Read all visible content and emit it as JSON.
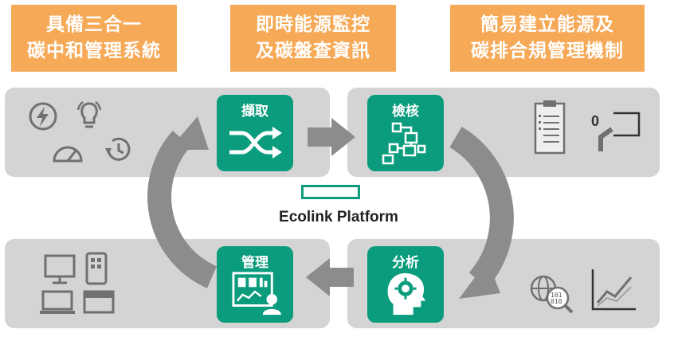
{
  "banners": [
    {
      "line1": "具備三合一",
      "line2": "碳中和管理系統"
    },
    {
      "line1": "即時能源監控",
      "line2": "及碳盤查資訊"
    },
    {
      "line1": "簡易建立能源及",
      "line2": "碳排合規管理機制"
    }
  ],
  "tiles": {
    "capture": "擷取",
    "inspect": "檢核",
    "manage": "管理",
    "analyze": "分析"
  },
  "platform": {
    "name": "Ecolink Platform"
  },
  "icons": {
    "capture": "shuffle-icon",
    "inspect": "flow-blocks-icon",
    "manage": "dashboard-user-icon",
    "analyze": "head-gear-icon",
    "top_left": [
      "energy-icon",
      "lightbulb-cycle-icon",
      "gauge-icon",
      "history-clock-icon"
    ],
    "top_right": [
      "checklist-clipboard-icon",
      "switch-icon"
    ],
    "bottom_left": [
      "monitor-icon",
      "tablet-icon",
      "devices-icon",
      "panel-icon"
    ],
    "bottom_right": [
      "globe-data-icon",
      "line-chart-icon"
    ]
  },
  "colors": {
    "accent": "#0a9c7d",
    "banner": "#f6a957",
    "strip": "#d4d4d4",
    "arrow": "#8c8c8c"
  }
}
